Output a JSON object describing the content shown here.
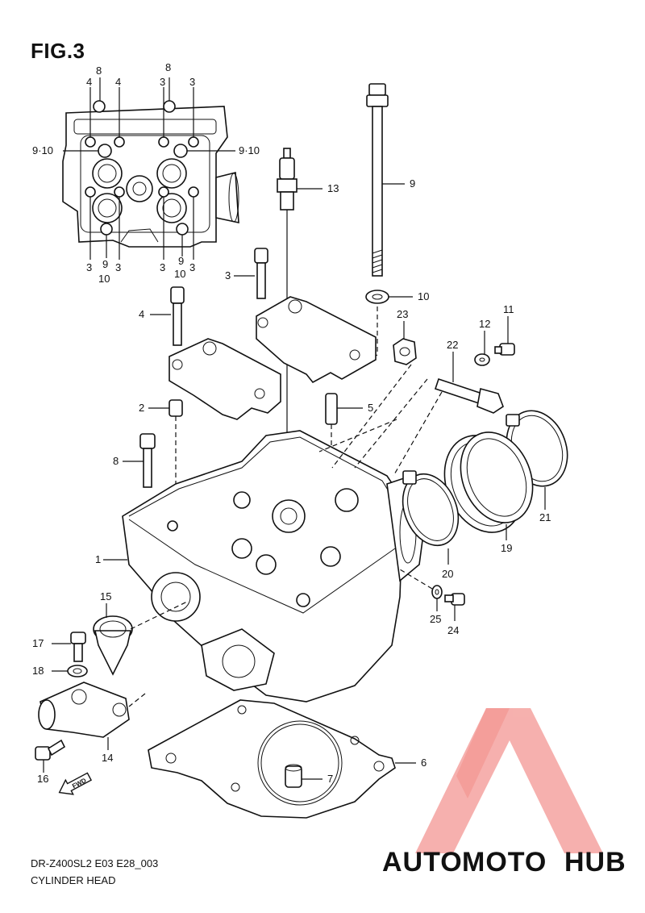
{
  "figure": {
    "title": "FIG.3",
    "model_code": "DR-Z400SL2 E03 E28_003",
    "section_name": "CYLINDER HEAD"
  },
  "callouts": {
    "top_view": {
      "t4a": "4",
      "t8a": "8",
      "t4b": "4",
      "t8b": "8",
      "t3a": "3",
      "t3b": "3",
      "t910l": "9·10",
      "t910r": "9·10",
      "b3a": "3",
      "b9a": "9",
      "b3b": "3",
      "b10a": "10",
      "b3c": "3",
      "b9b": "9",
      "b3d": "3",
      "b10b": "10"
    },
    "parts": {
      "p1": "1",
      "p2": "2",
      "p3": "3",
      "p4": "4",
      "p5": "5",
      "p6": "6",
      "p7": "7",
      "p8": "8",
      "p9": "9",
      "p10": "10",
      "p11": "11",
      "p12": "12",
      "p13": "13",
      "p14": "14",
      "p15": "15",
      "p16": "16",
      "p17": "17",
      "p18": "18",
      "p19": "19",
      "p20": "20",
      "p21": "21",
      "p22": "22",
      "p23": "23",
      "p24": "24",
      "p25": "25"
    }
  },
  "fwd_label": "FWD",
  "watermark": {
    "brand_part1": "AUTO",
    "brand_part2": "MOTO",
    "brand_part3": "HUB",
    "colors": {
      "auto": "#f7c27a",
      "moto": "#f48f86",
      "hub": "#7a6f74",
      "logo": "#f5a3a0"
    }
  }
}
